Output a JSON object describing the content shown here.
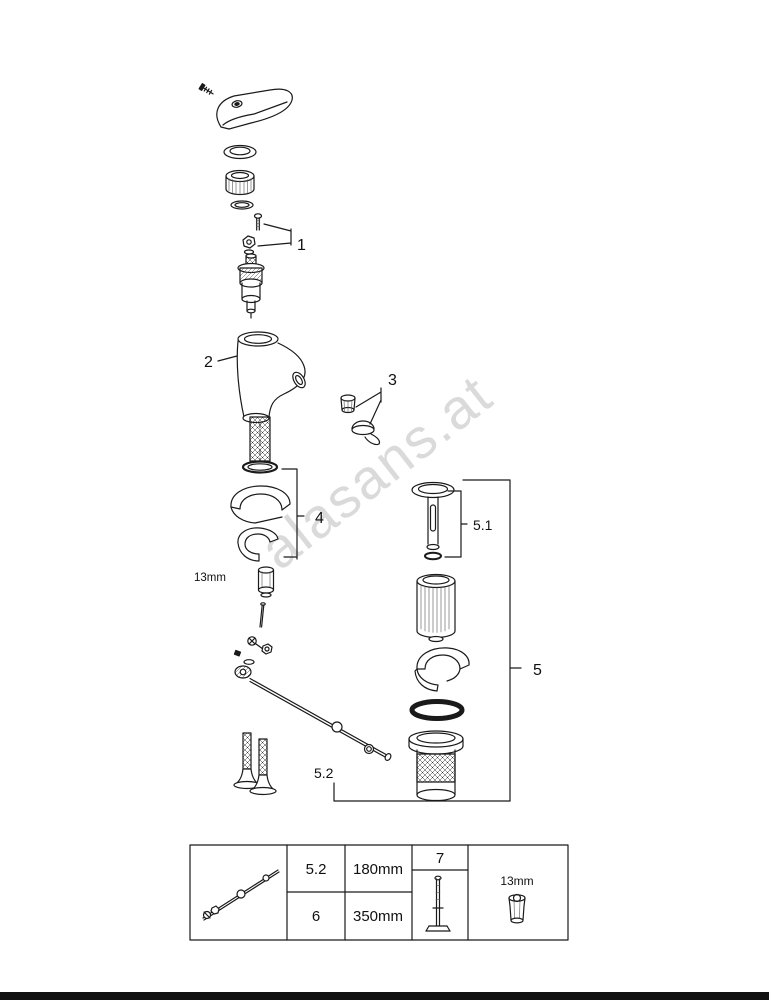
{
  "watermark": "alasans.at",
  "callouts": {
    "c1": "1",
    "c2": "2",
    "c3": "3",
    "c4": "4",
    "c5": "5",
    "c5_1": "5.1",
    "c5_2": "5.2",
    "wrench_size": "13mm"
  },
  "table": {
    "rows": [
      {
        "ref": "5.2",
        "length": "180mm"
      },
      {
        "ref": "6",
        "length": "350mm"
      }
    ],
    "col_lift_rod": "7",
    "col_wrench": "13mm"
  },
  "colors": {
    "line": "#1a1a1a",
    "watermark": "#bdbdbd",
    "footer_bar": "#111111"
  }
}
